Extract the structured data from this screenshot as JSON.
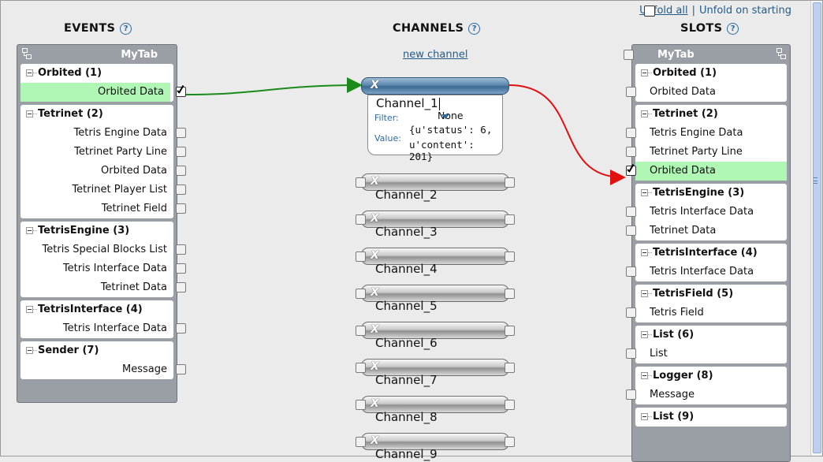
{
  "header": {
    "unfold_all": "Unfold all",
    "separator": "|",
    "unfold_on_starting": "Unfold on starting"
  },
  "sections": {
    "events": "EVENTS",
    "channels": "CHANNELS",
    "slots": "SLOTS",
    "help_glyph": "?"
  },
  "new_channel": "new channel",
  "events_panel": {
    "tab": "MyTab",
    "groups": [
      {
        "title": "Orbited (1)",
        "items": [
          "Orbited Data"
        ]
      },
      {
        "title": "Tetrinet (2)",
        "items": [
          "Tetris Engine Data",
          "Tetrinet Party Line",
          "Orbited Data",
          "Tetrinet Player List",
          "Tetrinet Field"
        ]
      },
      {
        "title": "TetrisEngine (3)",
        "items": [
          "Tetris Special Blocks List",
          "Tetris Interface Data",
          "Tetrinet Data"
        ]
      },
      {
        "title": "TetrisInterface (4)",
        "items": [
          "Tetris Interface Data"
        ]
      },
      {
        "title": "Sender (7)",
        "items": [
          "Message"
        ]
      }
    ]
  },
  "slots_panel": {
    "tab": "MyTab",
    "groups": [
      {
        "title": "Orbited (1)",
        "items": [
          "Orbited Data"
        ]
      },
      {
        "title": "Tetrinet (2)",
        "items": [
          "Tetris Engine Data",
          "Tetrinet Party Line",
          "Orbited Data"
        ]
      },
      {
        "title": "TetrisEngine (3)",
        "items": [
          "Tetris Interface Data",
          "Tetrinet Data"
        ]
      },
      {
        "title": "TetrisInterface (4)",
        "items": [
          "Tetris Interface Data"
        ]
      },
      {
        "title": "TetrisField (5)",
        "items": [
          "Tetris Field"
        ]
      },
      {
        "title": "List (6)",
        "items": [
          "List"
        ]
      },
      {
        "title": "Logger (8)",
        "items": [
          "Message"
        ]
      },
      {
        "title": "List (9)",
        "items": []
      }
    ]
  },
  "channels": [
    {
      "name": "Channel_1",
      "close_glyph": "X"
    },
    {
      "name": "Channel_2",
      "close_glyph": "X"
    },
    {
      "name": "Channel_3",
      "close_glyph": "X"
    },
    {
      "name": "Channel_4",
      "close_glyph": "X"
    },
    {
      "name": "Channel_5",
      "close_glyph": "X"
    },
    {
      "name": "Channel_6",
      "close_glyph": "X"
    },
    {
      "name": "Channel_7",
      "close_glyph": "X"
    },
    {
      "name": "Channel_8",
      "close_glyph": "X"
    },
    {
      "name": "Channel_9",
      "close_glyph": "X"
    }
  ],
  "channel_details": {
    "name": "Channel_1",
    "filter_label": "Filter:",
    "filter_value": "None",
    "value_label": "Value:",
    "value_line1": "{u'status': 6,",
    "value_line2": "u'content': 201}"
  },
  "colors": {
    "highlight": "#b0f7b6",
    "event_wire": "#1a8a1a",
    "slot_wire": "#e01010",
    "link": "#1f5b8c"
  }
}
